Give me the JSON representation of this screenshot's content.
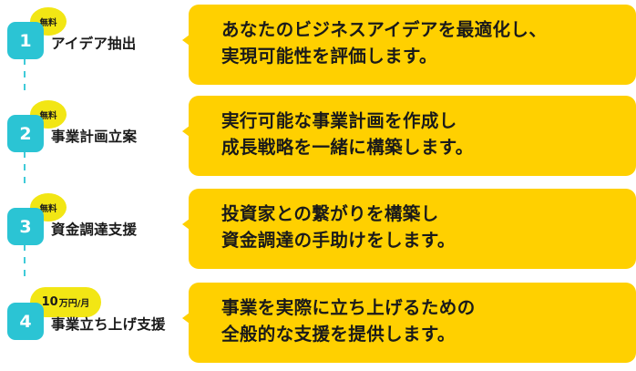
{
  "colors": {
    "teal": "#2BC4D4",
    "dashed_line": "#3FCBD9",
    "callout_yellow": "#FFD000",
    "badge_yellow": "#F2E614",
    "text_dark": "#1a1a1a",
    "background": "#ffffff"
  },
  "steps": [
    {
      "number": "1",
      "badge": {
        "type": "free",
        "text": "無料"
      },
      "label": "アイデア抽出",
      "callout": {
        "line1": "あなたのビジネスアイデアを最適化し、",
        "line2": "実現可能性を評価します。"
      }
    },
    {
      "number": "2",
      "badge": {
        "type": "free",
        "text": "無料"
      },
      "label": "事業計画立案",
      "callout": {
        "line1": "実行可能な事業計画を作成し",
        "line2": "成長戦略を一緒に構築します。"
      }
    },
    {
      "number": "3",
      "badge": {
        "type": "free",
        "text": "無料"
      },
      "label": "資金調達支援",
      "callout": {
        "line1": "投資家との繋がりを構築し",
        "line2": "資金調達の手助けをします。"
      }
    },
    {
      "number": "4",
      "badge": {
        "type": "price",
        "amount": "10",
        "unit": "万円/月"
      },
      "label": "事業立ち上げ支援",
      "callout": {
        "line1": "事業を実際に立ち上げるための",
        "line2": "全般的な支援を提供します。"
      }
    }
  ]
}
